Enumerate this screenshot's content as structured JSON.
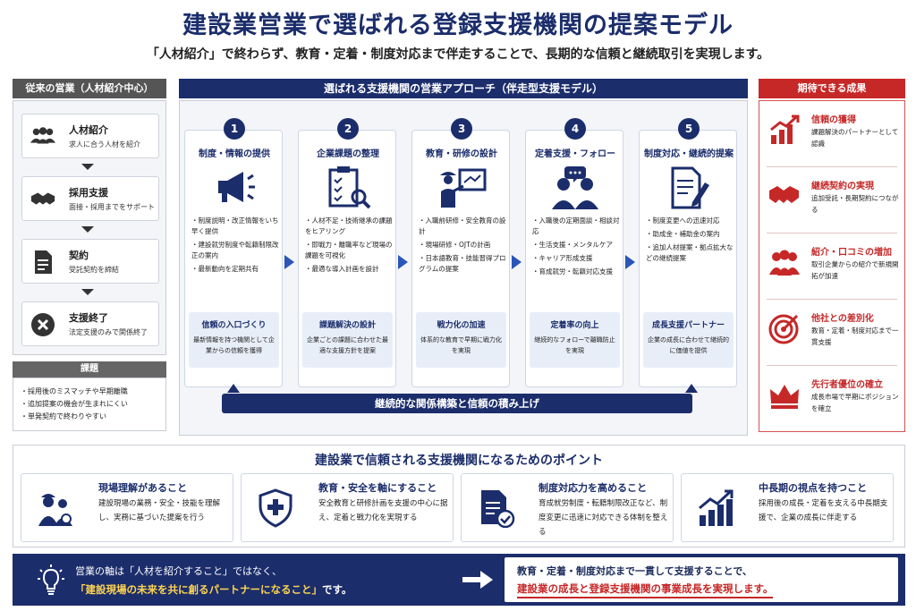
{
  "title": "建設業営業で選ばれる登録支援機関の提案モデル",
  "subtitle": "「人材紹介」で終わらず、教育・定着・制度対応まで伴走することで、長期的な信頼と継続取引を実現します。",
  "left": {
    "header": "従来の営業（人材紹介中心）",
    "items": [
      {
        "title": "人材紹介",
        "desc": "求人に合う人材を紹介"
      },
      {
        "title": "採用支援",
        "desc": "面接・採用までをサポート"
      },
      {
        "title": "契約",
        "desc": "受託契約を締結"
      },
      {
        "title": "支援終了",
        "desc": "法定支援のみで関係終了"
      }
    ],
    "issues_header": "課題",
    "issues": [
      "・採用後のミスマッチや早期離職",
      "・追加提案の機会が生まれにくい",
      "・単発契約で終わりやすい"
    ]
  },
  "center": {
    "header": "選ばれる支援機関の営業アプローチ（伴走型支援モデル）",
    "steps": [
      {
        "num": "1",
        "title": "制度・情報の提供",
        "bullets": [
          "・制度説明・改正情報をいち早く提供",
          "・建設就労制度や転籍制限改正の案内",
          "・最新動向を定期共有"
        ],
        "result_title": "信頼の入口づくり",
        "result_desc": "最新情報を持つ機関として企業からの信頼を獲得"
      },
      {
        "num": "2",
        "title": "企業課題の整理",
        "bullets": [
          "・人材不足・技術継承の課題をヒアリング",
          "・即戦力・離職率など現場の課題を可視化",
          "・最適な導入計画を設計"
        ],
        "result_title": "課題解決の設計",
        "result_desc": "企業ごとの課題に合わせた最適な支援方針を提案"
      },
      {
        "num": "3",
        "title": "教育・研修の設計",
        "bullets": [
          "・入職前研修・安全教育の設計",
          "・現場研修・OJTの計画",
          "・日本語教育・技能習得プログラムの提案"
        ],
        "result_title": "戦力化の加速",
        "result_desc": "体系的な教育で早期に戦力化を実現"
      },
      {
        "num": "4",
        "title": "定着支援・フォロー",
        "bullets": [
          "・入職後の定期面談・相談対応",
          "・生活支援・メンタルケア",
          "・キャリア形成支援",
          "・育成就労・転籍対応支援"
        ],
        "result_title": "定着率の向上",
        "result_desc": "継続的なフォローで離職防止を実現"
      },
      {
        "num": "5",
        "title": "制度対応・継続的提案",
        "bullets": [
          "・制度変更への迅速対応",
          "・助成金・補助金の案内",
          "・追加人材提案・拠点拡大などの継続提案"
        ],
        "result_title": "成長支援パートナー",
        "result_desc": "企業の成長に合わせて継続的に価値を提供"
      }
    ],
    "bottom_bar": "継続的な関係構築と信頼の積み上げ"
  },
  "right": {
    "header": "期待できる成果",
    "items": [
      {
        "title": "信頼の獲得",
        "desc": "課題解決のパートナーとして認識"
      },
      {
        "title": "継続契約の実現",
        "desc": "追加受託・長期契約につながる"
      },
      {
        "title": "紹介・口コミの増加",
        "desc": "取引企業からの紹介で新規開拓が加速"
      },
      {
        "title": "他社との差別化",
        "desc": "教育・定着・制度対応まで一貫支援"
      },
      {
        "title": "先行者優位の確立",
        "desc": "成長市場で早期にポジションを確立"
      }
    ]
  },
  "points": {
    "title": "建設業で信頼される支援機関になるためのポイント",
    "items": [
      {
        "title": "現場理解があること",
        "desc": "建設現場の業務・安全・技能を理解し、実務に基づいた提案を行う"
      },
      {
        "title": "教育・安全を軸にすること",
        "desc": "安全教育と研修計画を支援の中心に据え、定着と戦力化を実現する"
      },
      {
        "title": "制度対応力を高めること",
        "desc": "育成就労制度・転籍制限改正など、制度変更に迅速に対応できる体制を整える"
      },
      {
        "title": "中長期の視点を持つこと",
        "desc": "採用後の成長・定着を支える中長期支援で、企業の成長に伴走する"
      }
    ]
  },
  "footer": {
    "line1": "営業の軸は「人材を紹介すること」ではなく、",
    "line2_highlight": "「建設現場の未来を共に創るパートナーになること」",
    "line2_rest": "です。",
    "box_line1": "教育・定着・制度対応まで一貫して支援することで、",
    "box_line2": "建設業の成長と登録支援機関の事業成長を実現します。"
  },
  "colors": {
    "navy": "#1b2d6b",
    "red": "#c62828",
    "accent_blue": "#2a56b8",
    "highlight": "#ffd54f"
  },
  "icons": [
    "people-icon",
    "handshake-icon",
    "document-icon",
    "close-circle-icon",
    "megaphone-icon",
    "checklist-icon",
    "teacher-icon",
    "counseling-icon",
    "contract-pen-icon",
    "growth-chart-icon",
    "group-icon",
    "target-icon",
    "crown-icon",
    "worker-icon",
    "shield-cross-icon",
    "document-check-icon",
    "lightbulb-icon",
    "arrow-right-icon"
  ]
}
